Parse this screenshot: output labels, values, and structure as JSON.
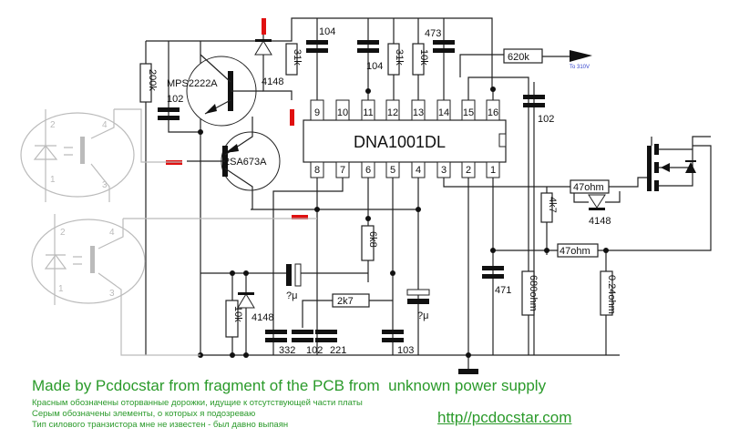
{
  "ic": {
    "name": "DNA1001DL",
    "top_pins": [
      "9",
      "10",
      "11",
      "12",
      "13",
      "14",
      "15",
      "16"
    ],
    "bottom_pins": [
      "8",
      "7",
      "6",
      "5",
      "4",
      "3",
      "2",
      "1"
    ]
  },
  "transistors": {
    "q1": "MPS2222A",
    "q2": "2SA673A"
  },
  "resistors": {
    "r200k": "200k",
    "r31k_a": "31k",
    "r31k_b": "31k",
    "r10k_top": "10k",
    "r620k": "620k",
    "r4k7": "4k7",
    "r47_a": "47ohm",
    "r47_b": "47ohm",
    "r6k8": "6k8",
    "r2k7": "2k7",
    "r10k_bot": "10k",
    "r680": "680ohm",
    "r024": "0.24ohm"
  },
  "capacitors": {
    "c104_a": "104",
    "c104_b": "104",
    "c473": "473",
    "c102_a": "102",
    "c102_b": "102",
    "c471": "471",
    "c332": "332",
    "c102_c": "102",
    "c221": "221",
    "c103": "103",
    "ce1": "?μ",
    "ce2": "?μ"
  },
  "diodes": {
    "d1": "4148",
    "d2": "4148",
    "d3": "4148"
  },
  "output_arrow": "To 310V",
  "optocouplers": [
    {
      "pins": [
        "2",
        "4",
        "1",
        "3"
      ]
    },
    {
      "pins": [
        "2",
        "4",
        "1",
        "3"
      ]
    }
  ],
  "footer": {
    "title": "Made by Pcdocstar from fragment of the PCB from  unknown power supply",
    "notes": [
      "Красным обозначены оторванные дорожки, идущие к отсутствующей части платы",
      "Серым обозначены элементы, о которых я подозреваю",
      "Тип силового транзистора мне не известен - был давно выпаян"
    ],
    "link": "http//pcdocstar.com"
  },
  "colors": {
    "wire": "#222222",
    "broken_trace": "#e01010",
    "suspected": "#bbbbbb",
    "text": "#2a9a2a"
  }
}
